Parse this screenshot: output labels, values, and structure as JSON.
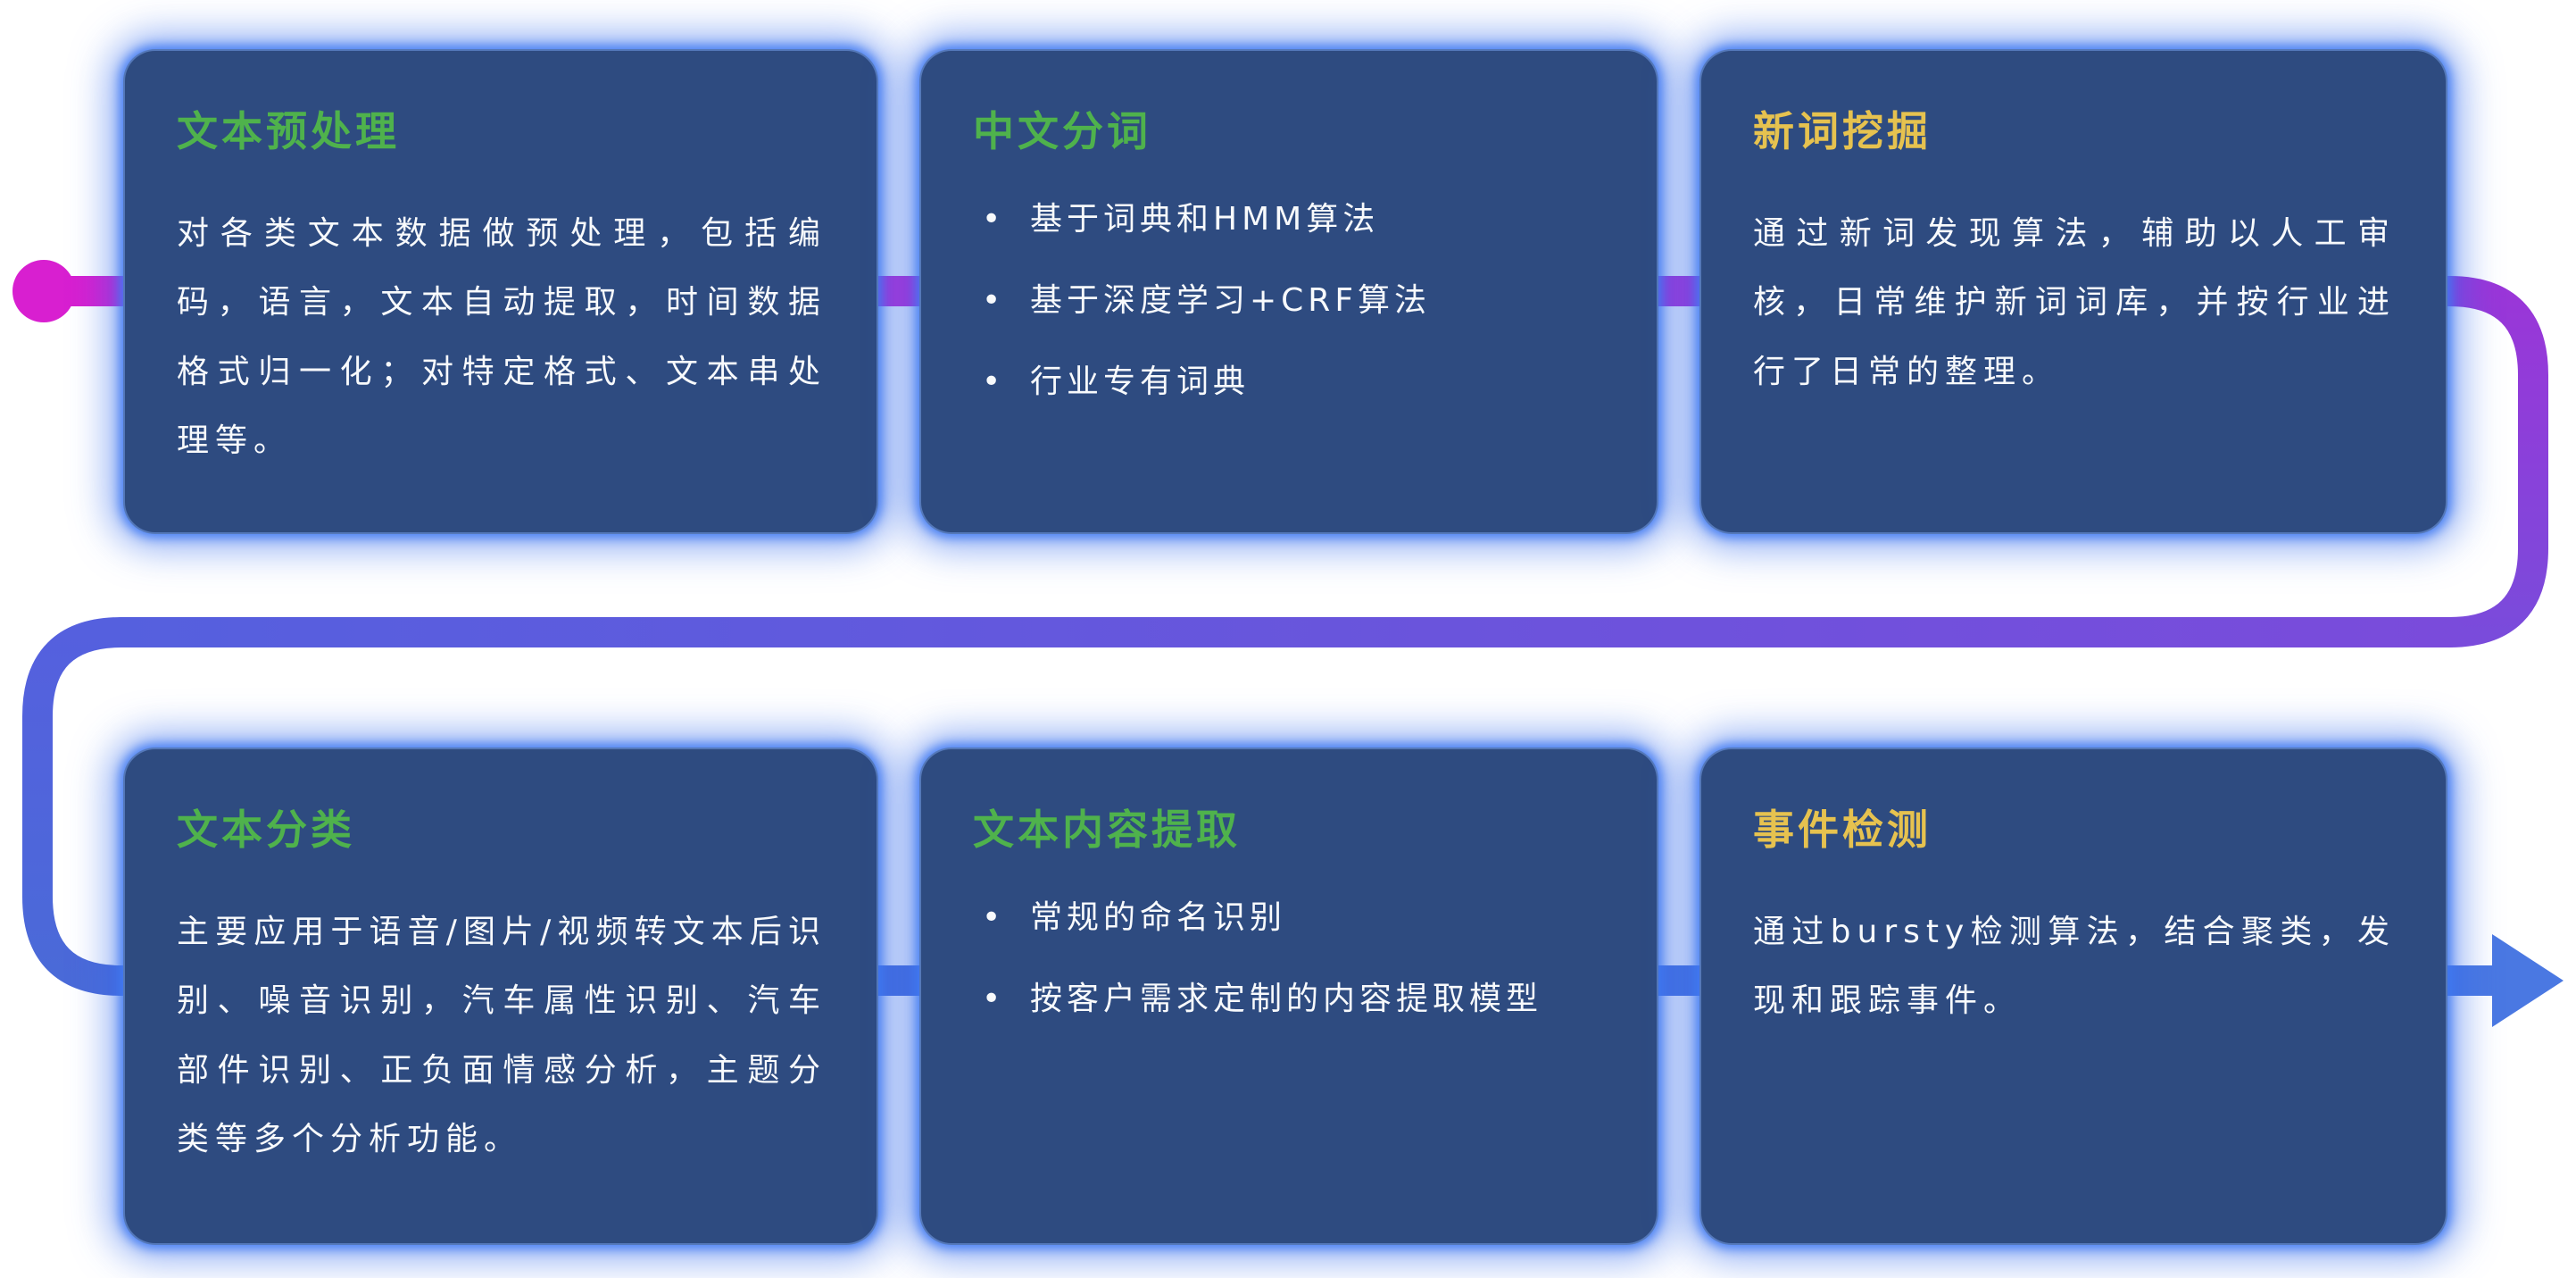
{
  "colors": {
    "card_bg": "#2e4b80",
    "card_glow": "#346ce8",
    "body_text": "#f8fafc",
    "flow_magenta": "#d81fd0",
    "flow_magenta_mid": "#c02ad4",
    "flow_purple": "#9a36d8",
    "flow_deep_purple": "#7a4bdb",
    "flow_indigo": "#5560de",
    "flow_blue": "#4a6ad8",
    "flow_arrow_blue": "#4a78e2",
    "title_green": "#4fb24c",
    "title_yellow": "#e6c24f"
  },
  "cards": [
    {
      "id": "text-preprocessing",
      "title": "文本预处理",
      "title_color": "#4fb24c",
      "body": "对各类文本数据做预处理，包括编码，语言，文本自动提取，时间数据格式归一化；对特定格式、文本串处理等。",
      "bullets": []
    },
    {
      "id": "chinese-word-segmentation",
      "title": "中文分词",
      "title_color": "#4fb24c",
      "body": "",
      "bullets": [
        "基于词典和HMM算法",
        "基于深度学习+CRF算法",
        "行业专有词典"
      ]
    },
    {
      "id": "new-word-mining",
      "title": "新词挖掘",
      "title_color": "#e6c24f",
      "body": "通过新词发现算法，辅助以人工审核，日常维护新词词库，并按行业进行了日常的整理。",
      "bullets": []
    },
    {
      "id": "text-classification",
      "title": "文本分类",
      "title_color": "#4fb24c",
      "body": "主要应用于语音/图片/视频转文本后识别、噪音识别，汽车属性识别、汽车部件识别、正负面情感分析，主题分类等多个分析功能。",
      "bullets": []
    },
    {
      "id": "text-content-extraction",
      "title": "文本内容提取",
      "title_color": "#4fb24c",
      "body": "",
      "bullets": [
        "常规的命名识别",
        "按客户需求定制的内容提取模型"
      ]
    },
    {
      "id": "event-detection",
      "title": "事件检测",
      "title_color": "#e6c24f",
      "body": "通过bursty检测算法，结合聚类，发现和跟踪事件。",
      "bullets": []
    }
  ]
}
